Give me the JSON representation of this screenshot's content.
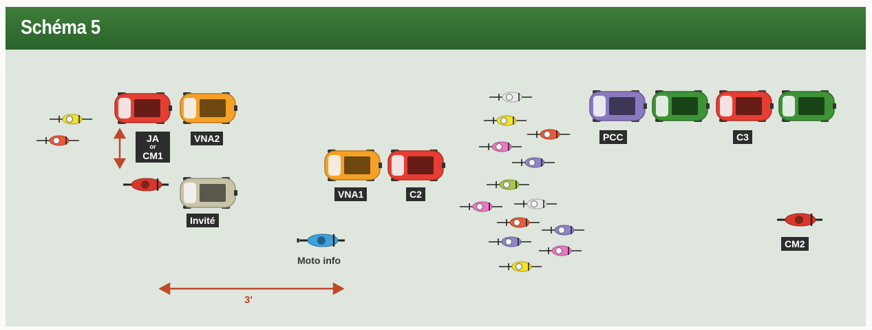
{
  "header": {
    "title": "Schéma 5"
  },
  "labels": {
    "ja": "JA",
    "or": "or",
    "cm1": "CM1",
    "vna2": "VNA2",
    "invite": "Invité",
    "vna1": "VNA1",
    "c2": "C2",
    "pcc": "PCC",
    "c3": "C3",
    "cm2": "CM2",
    "moto_info": "Moto info",
    "distance": "3'"
  },
  "colors": {
    "header_green": "#2f6b2f",
    "field": "#dfe6dd",
    "arrow": "#c0492b",
    "label_bg": "#2d2d2d",
    "car_red": "#e53e32",
    "car_orange": "#f5a126",
    "car_purple": "#8a78c0",
    "car_green": "#3d9436",
    "car_beige": "#c8c4a8",
    "moto_red": "#d8382c",
    "moto_blue": "#3fa0dc",
    "bike_yellow": "#f2e22a",
    "bike_red": "#ec5a3a",
    "bike_pink": "#ec78c4",
    "bike_purple": "#8f85c8",
    "bike_lime": "#a4c84a",
    "bike_white": "#e8e8e8"
  },
  "icons": [
    "car-icon",
    "motorbike-icon",
    "bicycle-icon",
    "double-arrow-icon"
  ]
}
